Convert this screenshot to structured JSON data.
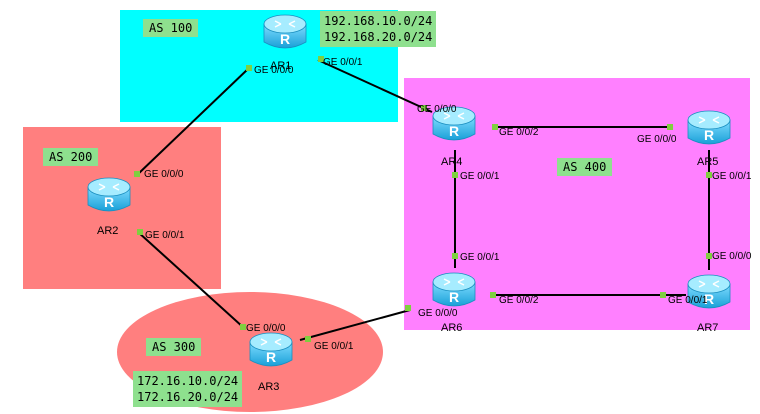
{
  "areas": [
    {
      "id": "as100",
      "label": "AS 100",
      "color": "#00ffff"
    },
    {
      "id": "as200",
      "label": "AS 200",
      "color": "#ff7f7f"
    },
    {
      "id": "as300",
      "label": "AS 300",
      "color": "#ff7f7f"
    },
    {
      "id": "as400",
      "label": "AS 400",
      "color": "#ff80ff"
    }
  ],
  "networks": {
    "ar1": [
      "192.168.10.0/24",
      "192.168.20.0/24"
    ],
    "ar3": [
      "172.16.10.0/24",
      "172.16.20.0/24"
    ]
  },
  "routers": {
    "ar1": "AR1",
    "ar2": "AR2",
    "ar3": "AR3",
    "ar4": "AR4",
    "ar5": "AR5",
    "ar6": "AR6",
    "ar7": "AR7"
  },
  "ports": {
    "ar1_g000": "GE 0/0/0",
    "ar1_g001": "GE 0/0/1",
    "ar2_g000": "GE 0/0/0",
    "ar2_g001": "GE 0/0/1",
    "ar3_g000": "GE 0/0/0",
    "ar3_g001": "GE 0/0/1",
    "ar4_g000": "GE 0/0/0",
    "ar4_g001": "GE 0/0/1",
    "ar4_g002": "GE 0/0/2",
    "ar5_g000": "GE 0/0/0",
    "ar5_g001": "GE 0/0/1",
    "ar6_g000": "GE 0/0/0",
    "ar6_g001": "GE 0/0/1",
    "ar6_g002": "GE 0/0/2",
    "ar7_g000": "GE 0/0/0",
    "ar7_g001": "GE 0/0/1"
  },
  "colors": {
    "link": "#000000",
    "port_dot": "#7fcf3f",
    "label_bg": "#8ee08e",
    "router_body": "#2fb6e6"
  },
  "icons": {
    "router": "router-icon"
  }
}
